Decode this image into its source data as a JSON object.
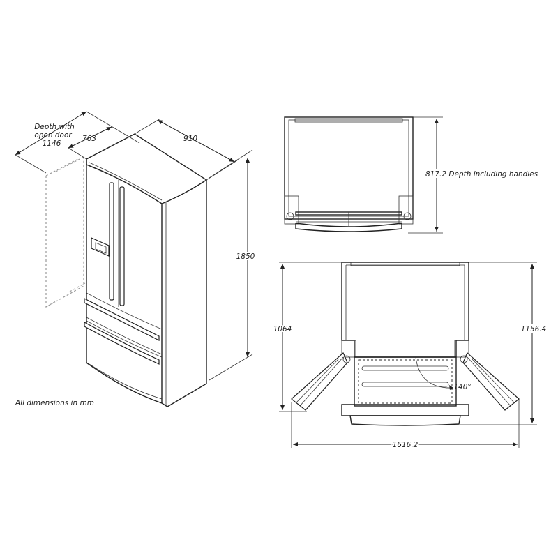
{
  "diagram": {
    "type": "technical-dimension-drawing",
    "subject": "French door refrigerator",
    "unit_note": "All dimensions in mm",
    "iso_view": {
      "depth_open_door_label_line1": "Depth with",
      "depth_open_door_label_line2": "open door",
      "depth_open_door_value": "1146",
      "depth": "763",
      "width": "910",
      "height": "1850"
    },
    "top_view_closed": {
      "depth_including_handles": "817.2 Depth including handles"
    },
    "top_view_open": {
      "left_depth": "1064",
      "right_depth": "1156.4",
      "overall_width": "1616.2",
      "door_angle": "140°"
    }
  },
  "colors": {
    "line": "#222222",
    "hidden_line": "#999999",
    "background": "#ffffff"
  }
}
